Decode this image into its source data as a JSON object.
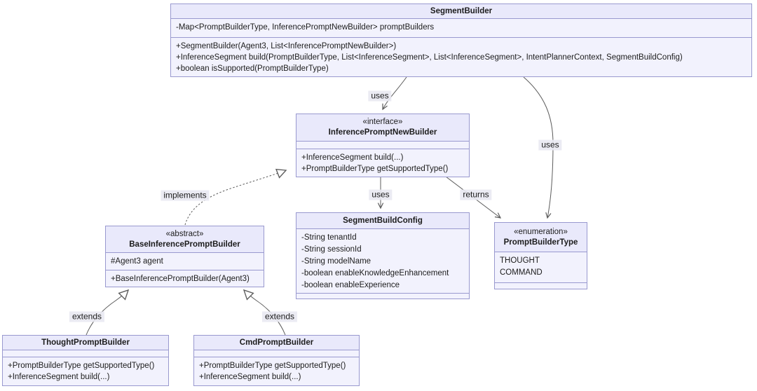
{
  "diagram": {
    "type": "uml-class-diagram",
    "colors": {
      "box_header_fill": "#e9e9fb",
      "box_body_fill": "#f2f2fd",
      "box_border": "#9999cf",
      "edge_line": "#5c5c5c",
      "text": "#1c1c1c",
      "background": "#ffffff"
    },
    "classes": {
      "segment_builder": {
        "name": "SegmentBuilder",
        "attributes": [
          "-Map<PromptBuilderType, InferencePromptNewBuilder> promptBuilders"
        ],
        "methods": [
          "+SegmentBuilder(Agent3, List<InferencePromptNewBuilder>)",
          "+InferenceSegment build(PromptBuilderType, List<InferenceSegment>, List<InferenceSegment>, IntentPlannerContext, SegmentBuildConfig)",
          "+boolean isSupported(PromptBuilderType)"
        ]
      },
      "inference_prompt_new_builder": {
        "annotation": "«interface»",
        "name": "InferencePromptNewBuilder",
        "methods": [
          "+InferenceSegment build(...)",
          "+PromptBuilderType getSupportedType()"
        ]
      },
      "segment_build_config": {
        "name": "SegmentBuildConfig",
        "attributes": [
          "-String tenantId",
          "-String sessionId",
          "-String modelName",
          "-boolean enableKnowledgeEnhancement",
          "-boolean enableExperience"
        ]
      },
      "prompt_builder_type": {
        "annotation": "«enumeration»",
        "name": "PromptBuilderType",
        "values": [
          "THOUGHT",
          "COMMAND"
        ]
      },
      "base_inference_prompt_builder": {
        "annotation": "«abstract»",
        "name": "BaseInferencePromptBuilder",
        "attributes": [
          "#Agent3 agent"
        ],
        "methods": [
          "+BaseInferencePromptBuilder(Agent3)"
        ]
      },
      "thought_prompt_builder": {
        "name": "ThoughtPromptBuilder",
        "methods": [
          "+PromptBuilderType getSupportedType()",
          "+InferenceSegment build(...)"
        ]
      },
      "cmd_prompt_builder": {
        "name": "CmdPromptBuilder",
        "methods": [
          "+PromptBuilderType getSupportedType()",
          "+InferenceSegment build(...)"
        ]
      }
    },
    "edges": {
      "segmentbuilder_uses_interface": {
        "label": "uses",
        "style": "solid-arrow"
      },
      "segmentbuilder_uses_enum": {
        "label": "uses",
        "style": "solid-arrow"
      },
      "base_implements_interface": {
        "label": "implements",
        "style": "dashed-hollow-triangle"
      },
      "interface_uses_config": {
        "label": "uses",
        "style": "solid-arrow"
      },
      "interface_returns_enum": {
        "label": "returns",
        "style": "solid-arrow"
      },
      "thought_extends_base": {
        "label": "extends",
        "style": "solid-hollow-triangle"
      },
      "cmd_extends_base": {
        "label": "extends",
        "style": "solid-hollow-triangle"
      }
    }
  }
}
